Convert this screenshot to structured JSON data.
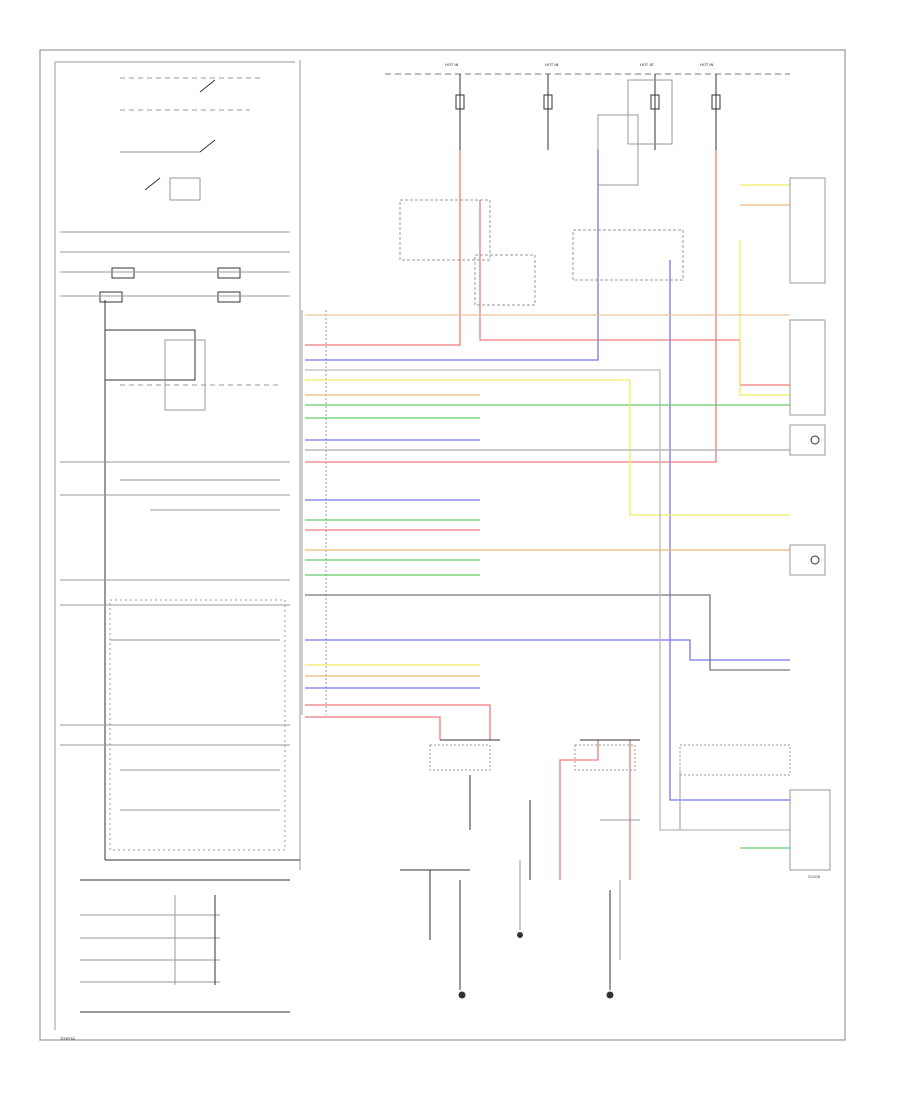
{
  "header_labels": [
    "HOT IN",
    "HOT IN",
    "HOT AT",
    "HOT IN"
  ],
  "footer_code": "TOYOTA",
  "corner_code": "G1008",
  "colors": {
    "red": "#ef7b7b",
    "blue": "#7777ee",
    "green": "#66cc66",
    "yellow": "#eeee66",
    "orange": "#eebb77",
    "gray": "#aaaaaa",
    "black": "#333333"
  }
}
